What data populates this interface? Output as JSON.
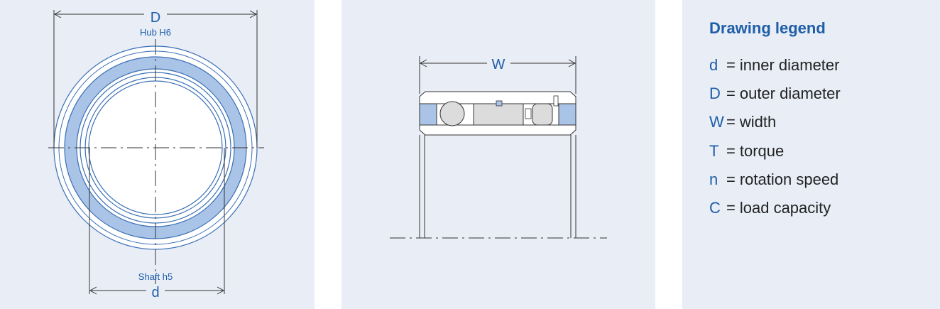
{
  "front_view": {
    "outer_dim_symbol": "D",
    "hub_label": "Hub H6",
    "inner_dim_symbol": "d",
    "shaft_label": "Shaft h5"
  },
  "side_view": {
    "width_symbol": "W"
  },
  "legend": {
    "title": "Drawing legend",
    "items": [
      {
        "symbol": "d",
        "desc": "inner diameter"
      },
      {
        "symbol": "D",
        "desc": "outer diameter"
      },
      {
        "symbol": "W",
        "desc": "width"
      },
      {
        "symbol": "T",
        "desc": "torque"
      },
      {
        "symbol": "n",
        "desc": "rotation speed"
      },
      {
        "symbol": "C",
        "desc": "load capacity"
      }
    ]
  },
  "colors": {
    "panel_bg": "#e8edf6",
    "accent_blue": "#1f5ea8",
    "ring_fill": "#a9c4e6",
    "outline": "#3a6fb5"
  }
}
